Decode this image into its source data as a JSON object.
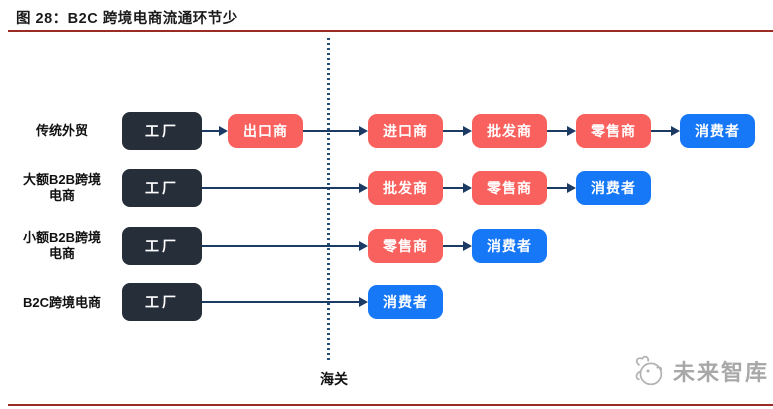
{
  "figure": {
    "title": "图 28：B2C 跨境电商流通环节少"
  },
  "diagram": {
    "customs_label": "海关",
    "rows": [
      {
        "label": "传统外贸",
        "nodes": [
          {
            "label": "工厂"
          },
          {
            "label": "出口商"
          },
          {
            "label": "进口商"
          },
          {
            "label": "批发商"
          },
          {
            "label": "零售商"
          },
          {
            "label": "消费者"
          }
        ]
      },
      {
        "label": "大额B2B跨境\n电商",
        "nodes": [
          {
            "label": "工厂"
          },
          {
            "label": "批发商"
          },
          {
            "label": "零售商"
          },
          {
            "label": "消费者"
          }
        ]
      },
      {
        "label": "小额B2B跨境\n电商",
        "nodes": [
          {
            "label": "工厂"
          },
          {
            "label": "零售商"
          },
          {
            "label": "消费者"
          }
        ]
      },
      {
        "label": "B2C跨境电商",
        "nodes": [
          {
            "label": "工厂"
          },
          {
            "label": "消费者"
          }
        ]
      }
    ]
  },
  "watermark": {
    "brand": "未来智库"
  },
  "colors": {
    "rule_red": "#9b2c24",
    "factory_bg": "#262e3a",
    "middleman_bg": "#f8615d",
    "consumer_bg": "#1778f7",
    "arrow": "#1b3a64",
    "customs_dots": "#1f4e79",
    "watermark_gray": "#a8a8a8"
  }
}
